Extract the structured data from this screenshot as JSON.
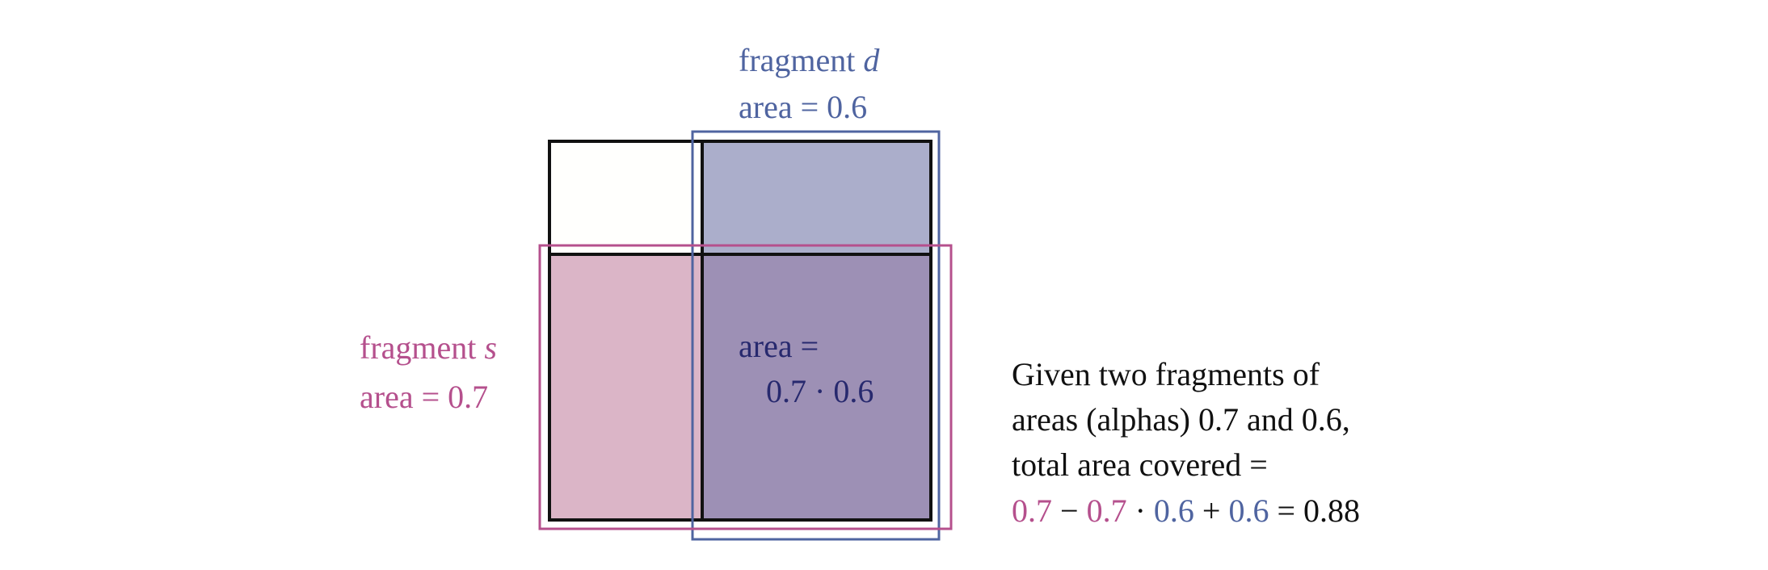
{
  "colors": {
    "pink": "#b5508d",
    "blue": "#4f64a0",
    "navy": "#27296e",
    "black": "#111111",
    "pink_fill": "#dbb5c7",
    "blue_fill": "#abaecb",
    "overlap_fill": "#9d90b5",
    "white_fill": "#fffffd"
  },
  "fragment_d": {
    "label_prefix": "fragment ",
    "label_var": "d",
    "area_text": "area = 0.6"
  },
  "fragment_s": {
    "label_prefix": "fragment ",
    "label_var": "s",
    "area_text": "area = 0.7"
  },
  "overlap": {
    "line1": "area =",
    "line2": "0.7 · 0.6"
  },
  "explanation": {
    "line1": "Given two fragments of",
    "line2": "areas (alphas) 0.7 and 0.6,",
    "line3": "total area covered =",
    "formula": {
      "t1": "0.7",
      "op1": " − ",
      "t2": "0.7",
      "op2": " · ",
      "t3": "0.6",
      "op3": " + ",
      "t4": "0.6",
      "op4": " = 0.88"
    }
  }
}
